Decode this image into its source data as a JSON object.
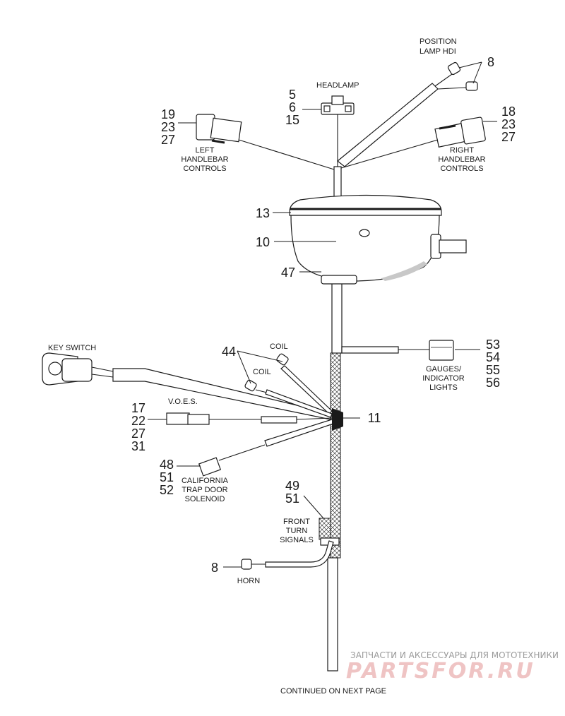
{
  "labels": {
    "position_lamp": [
      "POSITION",
      "LAMP HDI"
    ],
    "headlamp": "HEADLAMP",
    "left_controls": [
      "LEFT",
      "HANDLEBAR",
      "CONTROLS"
    ],
    "right_controls": [
      "RIGHT",
      "HANDLEBAR",
      "CONTROLS"
    ],
    "key_switch": "KEY SWITCH",
    "coil_upper": "COIL",
    "coil_lower": "COIL",
    "voes": "V.O.E.S.",
    "gauges": [
      "GAUGES/",
      "INDICATOR",
      "LIGHTS"
    ],
    "california": [
      "CALIFORNIA",
      "TRAP DOOR",
      "SOLENOID"
    ],
    "front_turn": [
      "FRONT",
      "TURN",
      "SIGNALS"
    ],
    "horn": "HORN",
    "continued": "CONTINUED ON NEXT PAGE"
  },
  "callouts": {
    "position_lamp": [
      "8"
    ],
    "headlamp": [
      "5",
      "6",
      "15"
    ],
    "left_controls": [
      "19",
      "23",
      "27"
    ],
    "right_controls": [
      "18",
      "23",
      "27"
    ],
    "headlamp_ring": [
      "13"
    ],
    "headlamp_body": [
      "10"
    ],
    "headlamp_mount": [
      "47"
    ],
    "gauges": [
      "53",
      "54",
      "55",
      "56"
    ],
    "coil": [
      "44"
    ],
    "junction": [
      "11"
    ],
    "voes": [
      "17",
      "22",
      "27",
      "31"
    ],
    "california": [
      "48",
      "51",
      "52"
    ],
    "front_turn": [
      "49",
      "51"
    ],
    "horn": [
      "8"
    ]
  },
  "watermark": {
    "line1": "ЗАПЧАСТИ И АКСЕССУАРЫ ДЛЯ МОТОТЕХНИКИ",
    "line2": "PARTSFOR.RU"
  },
  "colors": {
    "ink": "#1a1a1a",
    "watermark_red": "#efc4c4",
    "watermark_gray": "#9a9a9a"
  }
}
